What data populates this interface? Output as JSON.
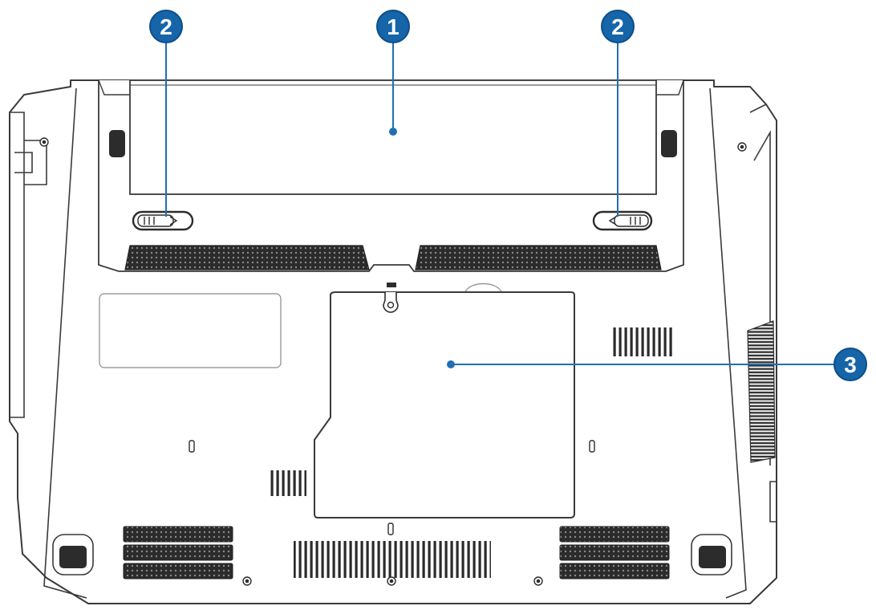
{
  "callouts": [
    {
      "id": "1",
      "label": "1"
    },
    {
      "id": "2a",
      "label": "2"
    },
    {
      "id": "2b",
      "label": "2"
    },
    {
      "id": "3",
      "label": "3"
    }
  ],
  "colors": {
    "callout_fill": "#1565a8",
    "callout_ring": "#0d4f8a",
    "leader_line": "#1f6fb3",
    "outline": "#3a3a3a",
    "vent": "#3d3d3d",
    "foot": "#2c2c2c"
  }
}
